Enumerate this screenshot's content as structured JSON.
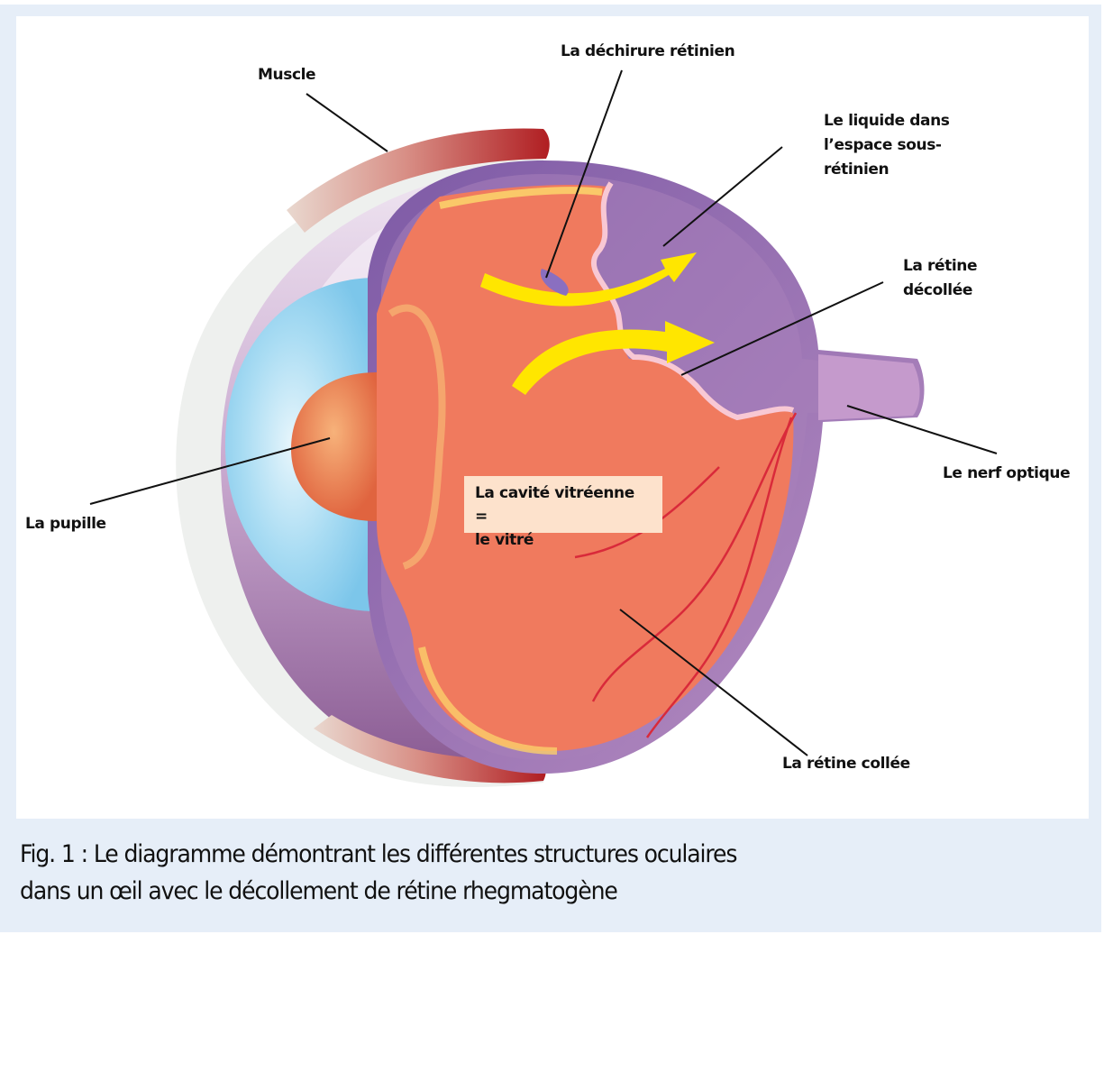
{
  "figure": {
    "labels": {
      "muscle": "Muscle",
      "retinal_tear": "La déchirure rétinien",
      "subretinal_fluid": "Le liquide dans\nl’espace sous-\nrétinien",
      "detached_retina": "La rétine\ndécollée",
      "optic_nerve": "Le nerf optique",
      "attached_retina": "La rétine collée",
      "pupil": "La pupille",
      "vitreous_cavity": "La cavité vitréenne =\nle vitré"
    },
    "colors": {
      "panel_background": "#e6eef8",
      "retina": "#f07a5e",
      "choroid_fluid": "#9a6fb0",
      "cornea": "#8fd0ee",
      "muscle": "#b8262a",
      "fluid_arrows": "#ffe600",
      "vitreous_box": "#fde2cc"
    }
  },
  "caption": {
    "line1": "Fig. 1 : Le diagramme démontrant les différentes structures oculaires",
    "line2": "dans un œil avec le décollement de rétine rhegmatogène"
  }
}
